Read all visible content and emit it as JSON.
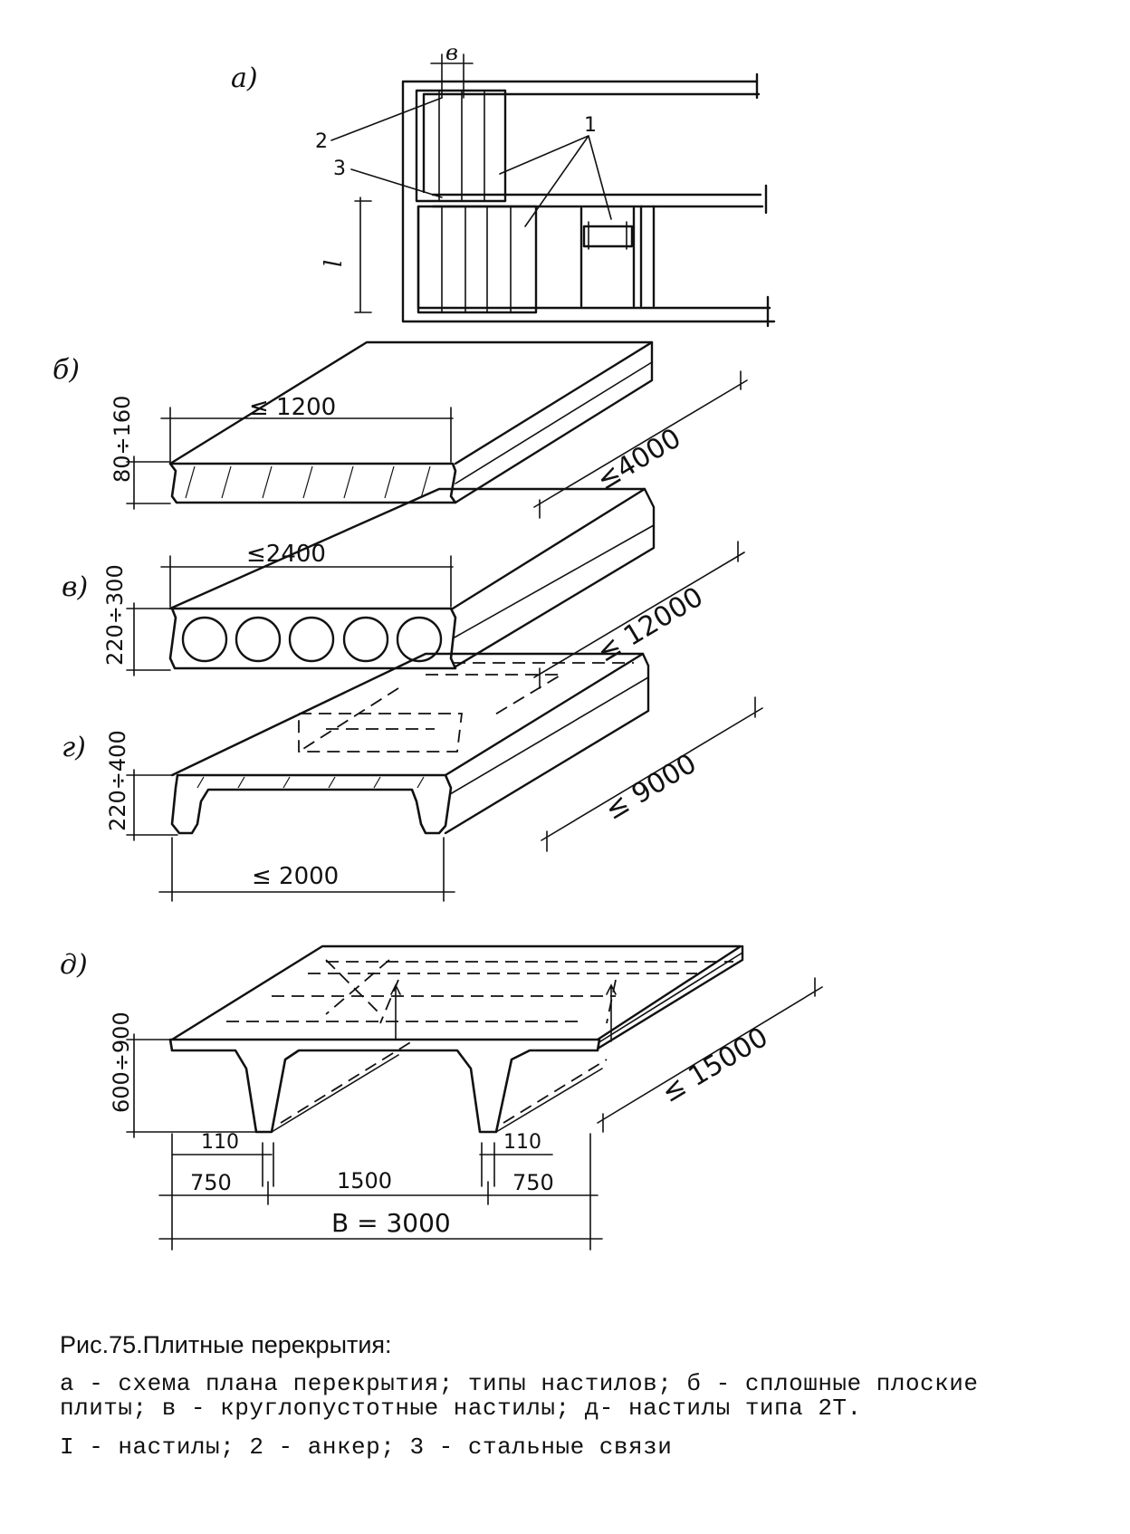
{
  "panels": {
    "a": "а)",
    "b": "б)",
    "v": "в)",
    "g": "г)",
    "d": "д)"
  },
  "plan_labels": {
    "width_b": "в",
    "span_l": "l",
    "callout_1": "1",
    "callout_2": "2",
    "callout_3": "3"
  },
  "dims": {
    "b_width": "≤ 1200",
    "b_length": "≤4000",
    "b_height": "80÷160",
    "v_width": "≤2400",
    "v_length": "≤ 12000",
    "v_height": "220÷300",
    "g_width": "≤ 2000",
    "g_length": "≤ 9000",
    "g_height": "220÷400",
    "d_length": "≤ 15000",
    "d_height": "600÷900",
    "d_rib_left": "110",
    "d_rib_right": "110",
    "d_edge_left": "750",
    "d_middle": "1500",
    "d_edge_right": "750",
    "d_total": "B = 3000"
  },
  "caption": {
    "title": "Рис.75.Плитные перекрытия:",
    "line1": "а - схема плана перекрытия; типы настилов; б - сплошные плоские",
    "line2": "плиты; в - круглопустотные настилы; д- настилы типа 2Т.",
    "line3": "I - настилы; 2 - анкер; 3 - стальные связи"
  }
}
